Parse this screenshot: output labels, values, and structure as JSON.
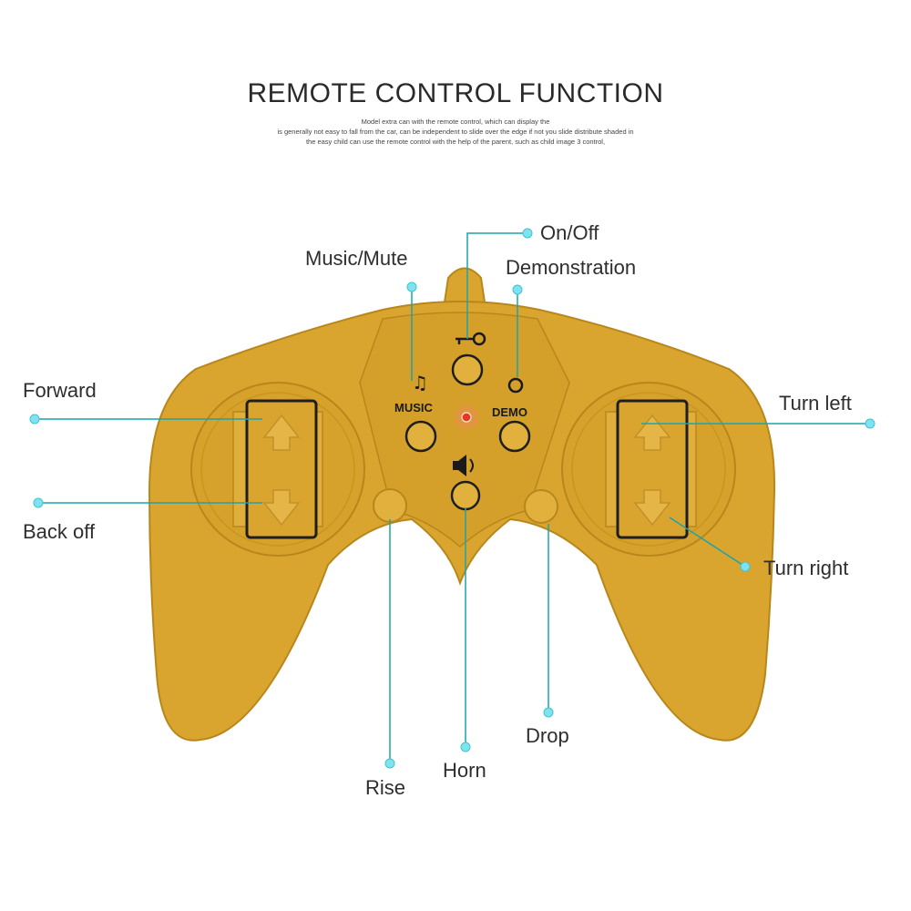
{
  "header": {
    "title": "REMOTE CONTROL FUNCTION",
    "subtitle_lines": [
      "Model extra can with the remote control, which can display the",
      "is generally not easy to fall from the car, can be independent to slide over the edge if not you slide distribute shaded in",
      "the easy child can use the remote control with the help of the parent, such as child image 3 control,"
    ]
  },
  "colors": {
    "body": "#D9A52E",
    "body_dark": "#B8871C",
    "button": "#E2B03C",
    "leader": "#1CA3AE",
    "dot": "#7EE3EE",
    "led": "#E8391E"
  },
  "callouts": {
    "on_off": "On/Off",
    "music_mute": "Music/Mute",
    "demonstration": "Demonstration",
    "forward": "Forward",
    "back_off": "Back off",
    "turn_left": "Turn left",
    "turn_right": "Turn right",
    "rise": "Rise",
    "horn": "Horn",
    "drop": "Drop"
  },
  "button_labels": {
    "music": "MUSIC",
    "demo": "DEMO"
  }
}
